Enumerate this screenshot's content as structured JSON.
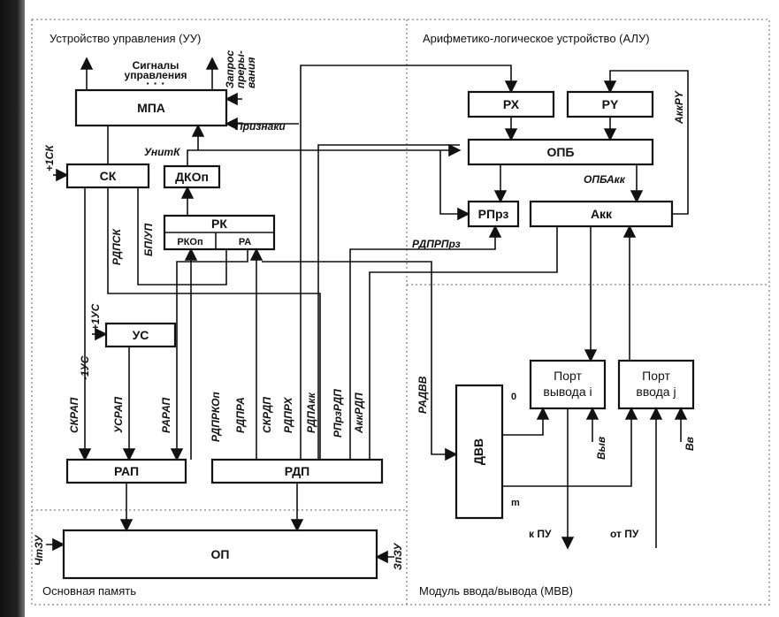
{
  "sections": {
    "control_unit": "Устройство управления (УУ)",
    "alu": "Арифметико-логическое устройство (АЛУ)",
    "main_memory": "Основная   память",
    "io_module": "Модуль ввода/вывода (МВВ)"
  },
  "blocks": {
    "mpa": "МПА",
    "sk": "СК",
    "dkop": "ДКОп",
    "rk": "РК",
    "rkop": "РКОп",
    "ra": "РА",
    "us": "УС",
    "rap": "РАП",
    "rdp": "РДП",
    "op": "ОП",
    "rx": "РХ",
    "ry": "РY",
    "opb": "ОПБ",
    "rprz": "РПрз",
    "akk": "Акк",
    "dvv": "ДВВ",
    "port_out_1": "Порт",
    "port_out_2": "вывода i",
    "port_in_1": "Порт",
    "port_in_2": "ввода j"
  },
  "labels": {
    "control_signals_1": "Сигналы",
    "control_signals_2": "управления",
    "dots": "· · ·",
    "request_1": "Запрос",
    "request_2": "преры-",
    "request_3": "вания",
    "flags": "Признаки",
    "unitk": "УнитК",
    "opbakk": "ОПБАкк",
    "to_pu": "к ПУ",
    "from_pu": "от ПУ",
    "port_zero": "0",
    "port_m": "m"
  },
  "signals": {
    "plus1sk": "+1СК",
    "rdpsk": "РДПСК",
    "bpup": "БП/УП",
    "plus1us": "+1УС",
    "minus1us": "-1УС",
    "skrap": "СКРАП",
    "usrap": "УСРАП",
    "rarap": "РАРАП",
    "rdprkop": "РДПРКОп",
    "rdpra": "РДПРА",
    "skrdp": "СКРДП",
    "rdprx": "РДПРХ",
    "rdpakk": "РДПАкк",
    "rprzrdp": "РПрзРДП",
    "akkrdp": "АккРДП",
    "rdprprz": "РДПРПрз",
    "akkry": "АккРY",
    "radvv": "РАДВВ",
    "vyv": "Выв",
    "vv": "Вв",
    "chtzu": "ЧтЗУ",
    "zpzu": "ЗпЗУ"
  }
}
